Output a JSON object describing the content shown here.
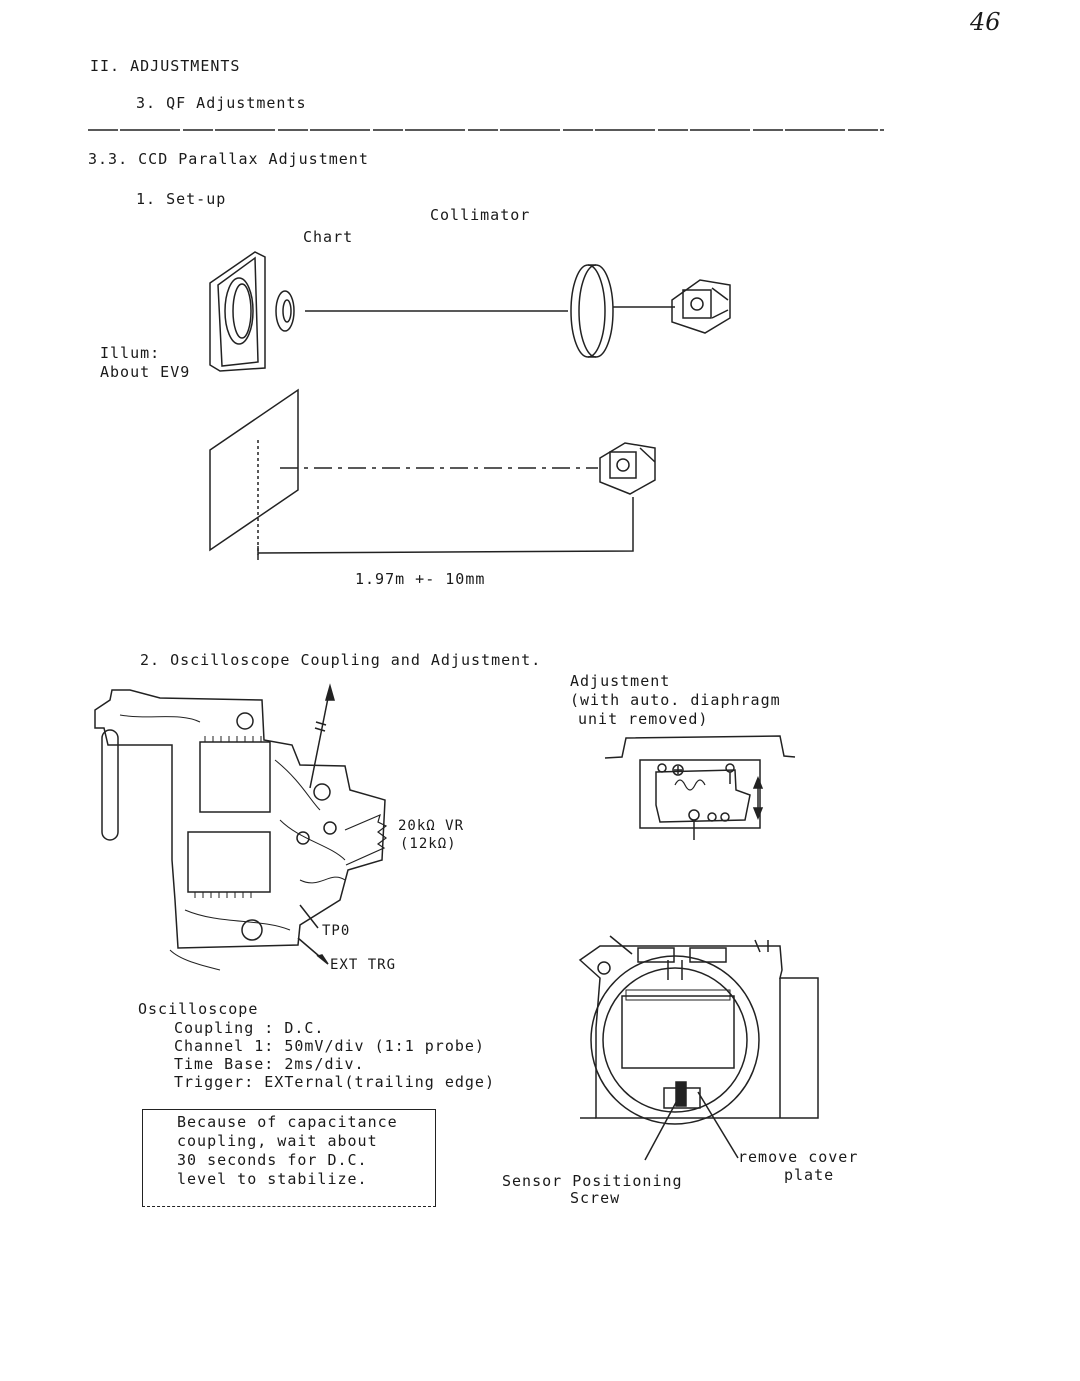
{
  "page_number": "46",
  "header": {
    "section": "II. ADJUSTMENTS",
    "subsection": "3. QF Adjustments"
  },
  "procedure": {
    "title": "3.3. CCD Parallax Adjustment",
    "step1": {
      "heading": "1. Set-up",
      "label_collimator": "Collimator",
      "label_chart": "Chart",
      "label_illum_1": "Illum:",
      "label_illum_2": "About EV9",
      "distance": "1.97m +- 10mm"
    },
    "step2": {
      "heading": "2. Oscilloscope Coupling and Adjustment.",
      "adjustment_note": {
        "line1": "Adjustment",
        "line2": "(with auto. diaphragm",
        "line3": "unit removed)"
      },
      "vr_label_1": "20kΩ VR",
      "vr_label_2": "(12kΩ)",
      "tp_label": "TP0",
      "ext_trg_label": "EXT TRG",
      "oscilloscope": {
        "title": "Oscilloscope",
        "coupling": "Coupling : D.C.",
        "channel": "Channel 1: 50mV/div (1:1 probe)",
        "time_base": "Time Base: 2ms/div.",
        "trigger": "Trigger: EXTernal(trailing edge)"
      },
      "caution": {
        "line1": "Because of capacitance",
        "line2": "coupling, wait about",
        "line3": "30 seconds for D.C.",
        "line4": "level to stabilize."
      },
      "label_sensor_1": "Sensor Positioning",
      "label_sensor_2": "Screw",
      "label_cover_1": "remove cover",
      "label_cover_2": "plate"
    }
  }
}
